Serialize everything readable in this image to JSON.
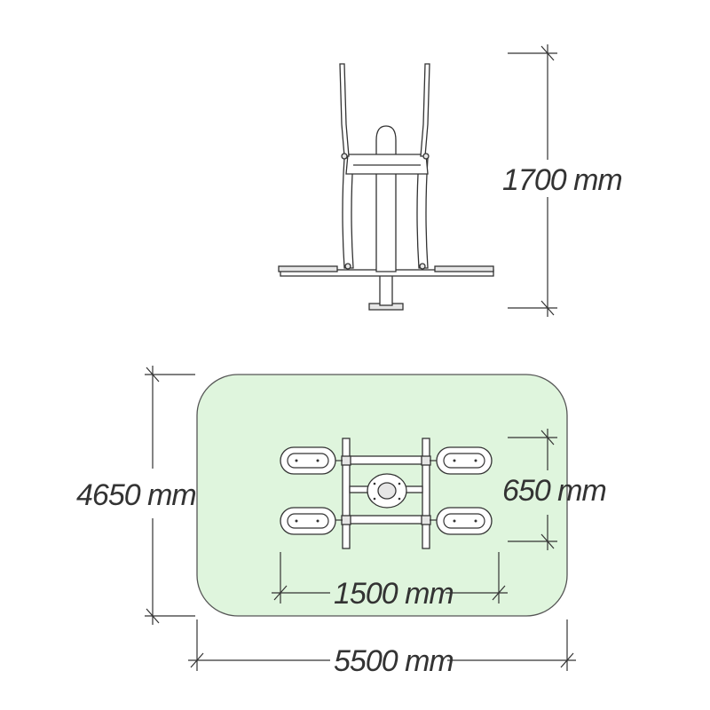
{
  "dimensions": {
    "height": "1700 mm",
    "zone_depth": "4650 mm",
    "seat_spacing": "650 mm",
    "frame_width": "1500 mm",
    "zone_width": "5500 mm"
  },
  "colors": {
    "safety_zone_fill": "#dff5dd",
    "safety_zone_stroke": "#555555",
    "line": "#333333"
  }
}
